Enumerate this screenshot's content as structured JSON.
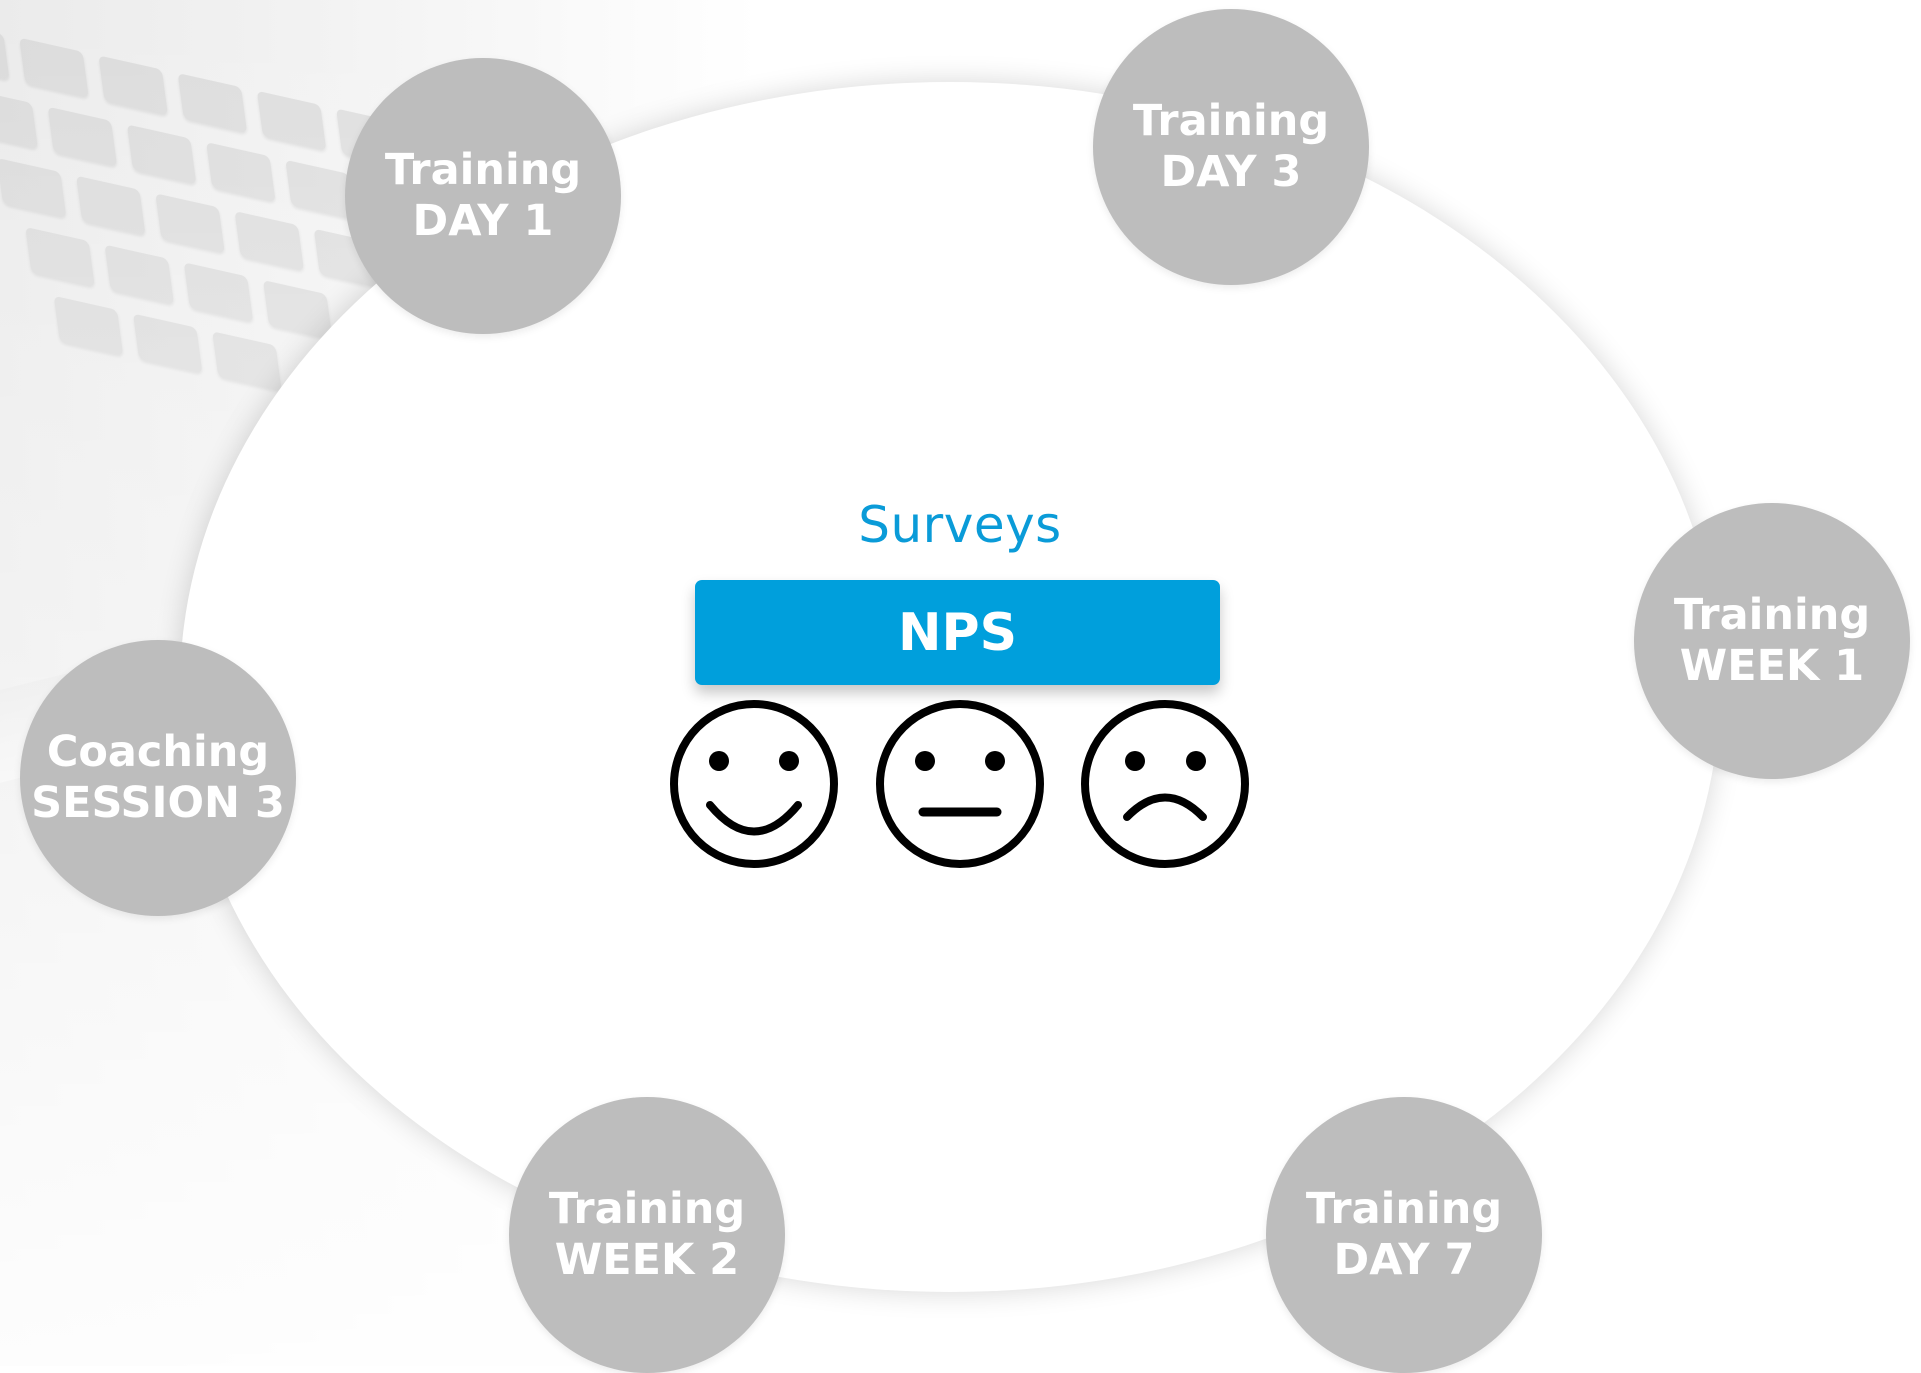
{
  "center": {
    "title": "Surveys",
    "button_label": "NPS"
  },
  "faces": [
    {
      "icon": "happy-face-icon"
    },
    {
      "icon": "neutral-face-icon"
    },
    {
      "icon": "sad-face-icon"
    }
  ],
  "stages": [
    {
      "line1": "Training",
      "line2": "DAY 1"
    },
    {
      "line1": "Training",
      "line2": "DAY 3"
    },
    {
      "line1": "Training",
      "line2": "WEEK 1"
    },
    {
      "line1": "Coaching",
      "line2": "SESSION 3"
    },
    {
      "line1": "Training",
      "line2": "WEEK 2"
    },
    {
      "line1": "Training",
      "line2": "DAY 7"
    }
  ],
  "colors": {
    "bubble": "#bdbdbd",
    "accent": "#009fdc",
    "title": "#0a9bd8"
  }
}
